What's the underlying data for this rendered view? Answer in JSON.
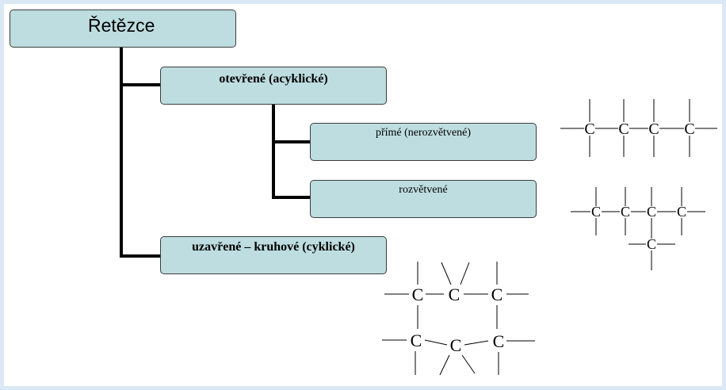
{
  "diagram": {
    "root": {
      "label": "Řetězce"
    },
    "open": {
      "label": "otevřené (acyklické)"
    },
    "straight": {
      "label": "přímé (nerozvětvené)"
    },
    "branched": {
      "label": "rozvětvené"
    },
    "closed": {
      "label": "uzavřené – kruhové (cyklické)"
    }
  },
  "molecules": {
    "atom_symbol": "C"
  },
  "colors": {
    "box_fill": "#bddde0",
    "box_border": "#3d3d3d",
    "connector": "#000000",
    "background": "#dbe9f6"
  }
}
